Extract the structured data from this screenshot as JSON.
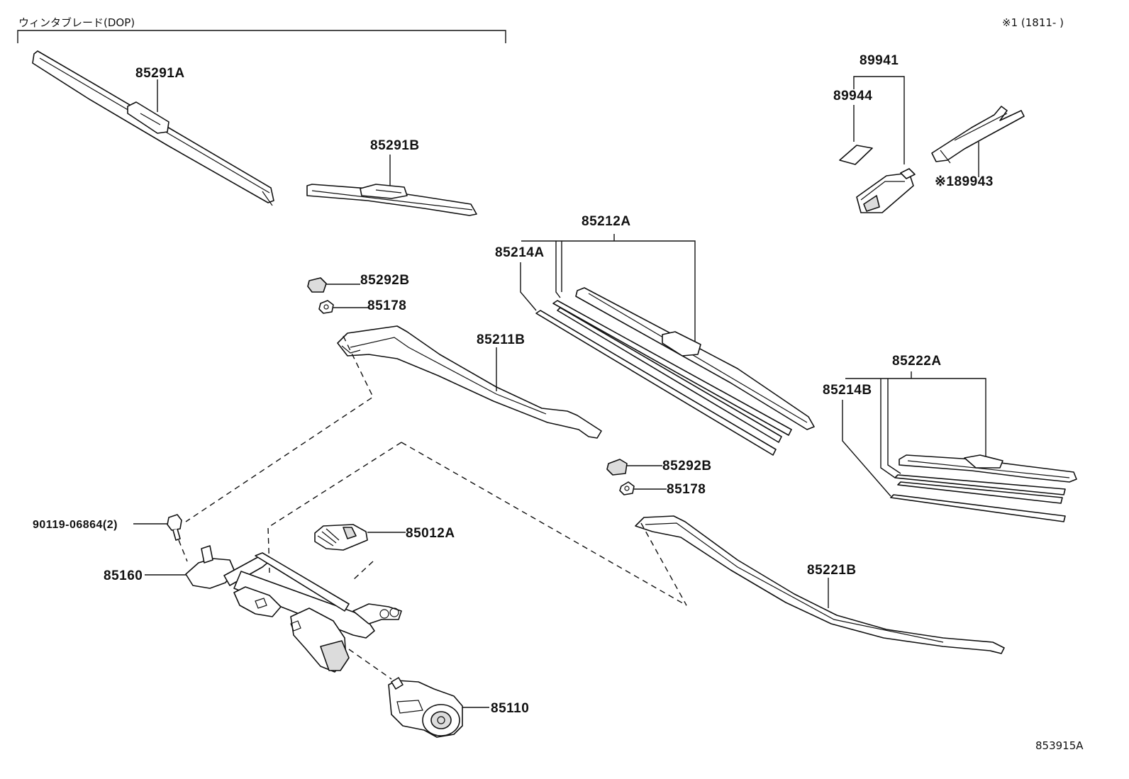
{
  "header": {
    "dop_group_label": "ウィンタブレード(DOP)",
    "note_top_right": "※1 (1811-      )"
  },
  "footer": {
    "diagram_code": "853915A"
  },
  "parts": {
    "p85291A": "85291A",
    "p85291B": "85291B",
    "p89941": "89941",
    "p89944": "89944",
    "p89943": "※189943",
    "p85212A": "85212A",
    "p85214A": "85214A",
    "p85292B_1": "85292B",
    "p85178_1": "85178",
    "p85211B": "85211B",
    "p85222A": "85222A",
    "p85214B": "85214B",
    "p85292B_2": "85292B",
    "p85178_2": "85178",
    "p90119": "90119-06864(2)",
    "p85012A": "85012A",
    "p85160": "85160",
    "p85221B": "85221B",
    "p85110": "85110"
  }
}
